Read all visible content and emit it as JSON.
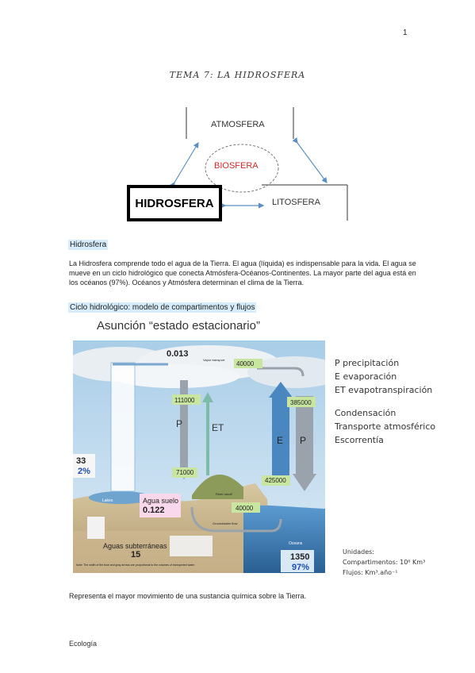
{
  "page_number": "1",
  "title": "TEMA 7: LA HIDROSFERA",
  "diagram": {
    "atmosfera": "ATMOSFERA",
    "biosfera": "BIOSFERA",
    "hidrosfera": "HIDROSFERA",
    "litosfera": "LITOSFERA"
  },
  "section1": {
    "heading": "Hidrosfera",
    "body": "La Hidrosfera comprende todo el agua de la Tierra. El agua (líquida) es indispensable para la vida.  El agua se mueve en un ciclo hidrológico que conecta Atmósfera-Océanos-Continentes. La mayor parte del agua está en los océanos (97%). Océanos y Atmósfera determinan el clima de la Tierra."
  },
  "section2": {
    "heading": "Ciclo hidrológico: modelo de compartimentos y flujos",
    "assumption": "Asunción “estado estacionario”"
  },
  "cycle": {
    "v0013": "0.013",
    "v40000_top": "40000",
    "v111000": "111000",
    "v385000": "385000",
    "p_left": "P",
    "et": "ET",
    "e": "E",
    "p_right": "P",
    "v71000": "71000",
    "v425000": "425000",
    "v40000_bottom": "40000",
    "v33": "33",
    "v2pct": "2%",
    "agua_suelo": "Agua suelo",
    "v0122": "0.122",
    "aguas_subterraneas": "Aguas subterráneas",
    "v15": "15",
    "v1350": "1350",
    "v97pct": "97%",
    "oceans": "Oceans",
    "vapor_transport": "Vapor transport",
    "lakes": "Lakes",
    "river_runoff": "River runoff",
    "groundwater_flow": "Groundwater flow",
    "note": "Note: The width of the blue and gray arrows are proportional to the volumes of transported water."
  },
  "legend": [
    "P precipitación",
    "E evaporación",
    "ET evapotranspiración",
    "Condensación",
    "Transporte atmosférico",
    "Escorrentía"
  ],
  "units": {
    "heading": "Unidades:",
    "compartments": "Compartimentos: 10⁶ Km³",
    "flows": "Flujos: Km³.año⁻¹"
  },
  "closing": "Representa el mayor movimiento de una sustancia química sobre la Tierra.",
  "footer": "Ecología",
  "colors": {
    "highlight": "#d6ecfa",
    "biosfera_red": "#d42b2b",
    "sky": "#b9d8ec",
    "ocean": "#3f7fb4",
    "arrow_blue": "#6a9bc9",
    "pct_blue": "#1a4fb0"
  }
}
